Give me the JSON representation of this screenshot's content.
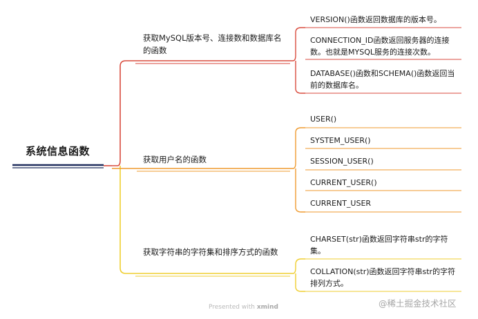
{
  "root": {
    "label": "系统信息函数"
  },
  "branches": [
    {
      "label": "获取MySQL版本号、连接数和数据库名的函数",
      "color": "#d94a3c",
      "leaves": [
        "VERSION()函数返回数据库的版本号。",
        "CONNECTION_ID函数返回服务器的连接数。也就是MYSQL服务的连接次数。",
        "DATABASE()函数和SCHEMA()函数返回当前的数据库名。"
      ]
    },
    {
      "label": "获取用户名的函数",
      "color": "#ef9a2e",
      "leaves": [
        "USER()",
        "SYSTEM_USER()",
        "SESSION_USER()",
        "CURRENT_USER()",
        "CURRENT_USER"
      ]
    },
    {
      "label": "获取字符串的字符集和排序方式的函数",
      "color": "#efce2e",
      "leaves": [
        "CHARSET(str)函数返回字符串str的字符集。",
        "COLLATION(str)函数返回字符串str的字符排列方式。"
      ]
    }
  ],
  "footer": {
    "presented_with": "Presented with",
    "brand": "xmind"
  },
  "watermark": "@稀土掘金技术社区",
  "colors": {
    "root_line": "#1f2d5c",
    "background": "#ffffff"
  }
}
